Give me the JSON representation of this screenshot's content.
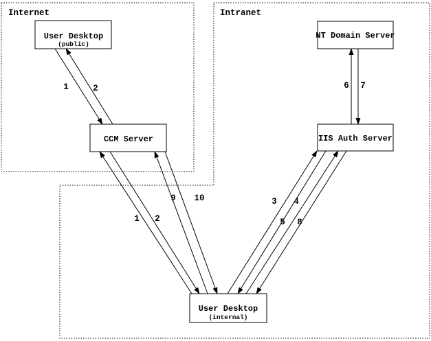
{
  "diagram": {
    "colors": {
      "background": "#ffffff",
      "line": "#000000"
    },
    "zones": {
      "internet": {
        "label": "Internet"
      },
      "intranet": {
        "label": "Intranet"
      }
    },
    "nodes": {
      "user_desktop_public": {
        "title": "User Desktop",
        "subtitle": "(public)"
      },
      "ccm_server": {
        "title": "CCM Server"
      },
      "nt_domain_server": {
        "title": "NT Domain Server"
      },
      "iis_auth_server": {
        "title": "IIS Auth Server"
      },
      "user_desktop_internal": {
        "title": "User Desktop",
        "subtitle": "(internal)"
      }
    },
    "messages": {
      "public_desktop_to_ccm": "1",
      "ccm_to_public_desktop": "2",
      "internal_desktop_to_ccm": "1",
      "ccm_to_internal_desktop": "2",
      "internal_desktop_to_iis_3": "3",
      "iis_to_internal_desktop_4": "4",
      "internal_desktop_to_iis_5": "5",
      "iis_to_nt_domain": "6",
      "nt_domain_to_iis": "7",
      "iis_to_internal_desktop_8": "8",
      "internal_desktop_to_ccm_9": "9",
      "ccm_to_internal_desktop_10": "10"
    }
  }
}
